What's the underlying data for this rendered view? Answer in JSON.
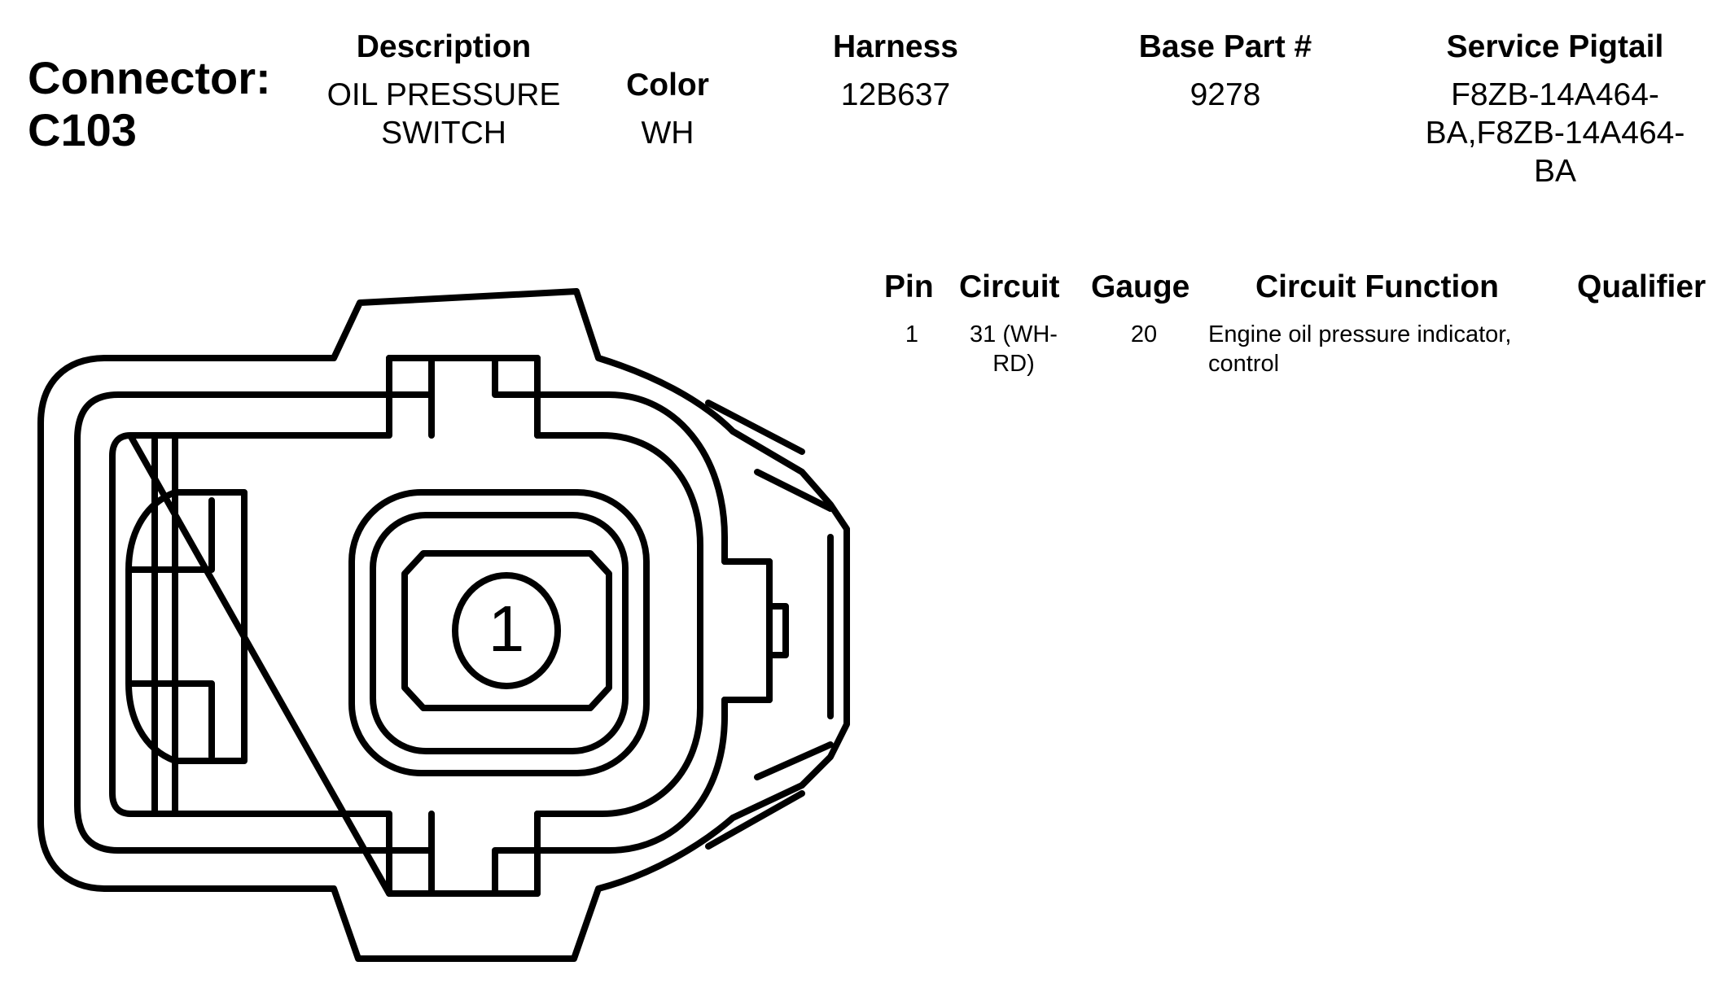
{
  "connector": {
    "label": "Connector:",
    "id": "C103"
  },
  "info": {
    "description": {
      "header": "Description",
      "line1": "OIL PRESSURE",
      "line2": "SWITCH"
    },
    "color": {
      "header": "Color",
      "value": "WH"
    },
    "harness": {
      "header": "Harness",
      "value": "12B637"
    },
    "base_part": {
      "header": "Base Part #",
      "value": "9278"
    },
    "service_pigtail": {
      "header": "Service Pigtail",
      "line1": "F8ZB-14A464-",
      "line2": "BA,F8ZB-14A464-",
      "line3": "BA"
    }
  },
  "pin_table": {
    "headers": {
      "pin": "Pin",
      "circuit": "Circuit",
      "gauge": "Gauge",
      "function": "Circuit Function",
      "qualifier": "Qualifier"
    },
    "rows": [
      {
        "pin": "1",
        "circuit_line1": "31 (WH-",
        "circuit_line2": "RD)",
        "gauge": "20",
        "function_line1": "Engine oil pressure indicator,",
        "function_line2": "control",
        "qualifier": ""
      }
    ]
  },
  "diagram": {
    "pin_label": "1",
    "stroke_color": "#000000"
  }
}
